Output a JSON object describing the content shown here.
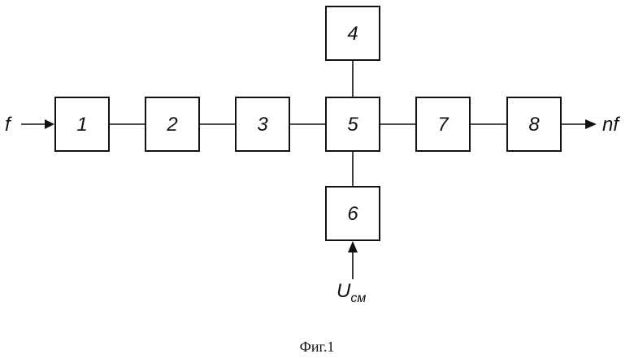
{
  "diagram": {
    "blocks": [
      "1",
      "2",
      "3",
      "4",
      "5",
      "6",
      "7",
      "8"
    ],
    "input_label": "f",
    "output_label": "nf",
    "bias_label": "U",
    "bias_subscript": "см",
    "caption": "Фиг.1"
  }
}
